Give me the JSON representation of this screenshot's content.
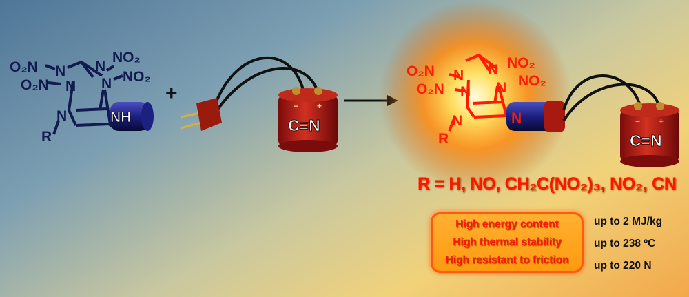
{
  "reactant": {
    "labels": {
      "o2n_top": "O₂N",
      "o2n_bottom": "O₂N",
      "no2_top": "NO₂",
      "no2_right": "NO₂",
      "n1": "N",
      "n2": "N",
      "n3": "N",
      "n4": "N",
      "n5": "N",
      "r": "R",
      "nh": "NH"
    }
  },
  "plus": "+",
  "battery_label": "C≡N",
  "battery_terminals": {
    "minus": "−",
    "plus": "+"
  },
  "product": {
    "labels": {
      "o2n_top": "O₂N",
      "o2n_bottom": "O₂N",
      "no2_top": "NO₂",
      "no2_right": "NO₂",
      "n1": "N",
      "n2": "N",
      "n3": "N",
      "n4": "N",
      "n5": "N",
      "r": "R",
      "n_link": "N"
    }
  },
  "r_groups": "R = H, NO, CH₂C(NO₂)₃, NO₂, CN",
  "properties": [
    {
      "label": "High energy content",
      "value": "up to 2 MJ/kg"
    },
    {
      "label": "High thermal stability",
      "value": "up to 238 ºC"
    },
    {
      "label": "High resistant to friction",
      "value": "up to 220 N"
    }
  ],
  "colors": {
    "reactant": "#121a50",
    "product": "#ff1a00",
    "battery": "#b01818",
    "box": "#ffa020"
  }
}
